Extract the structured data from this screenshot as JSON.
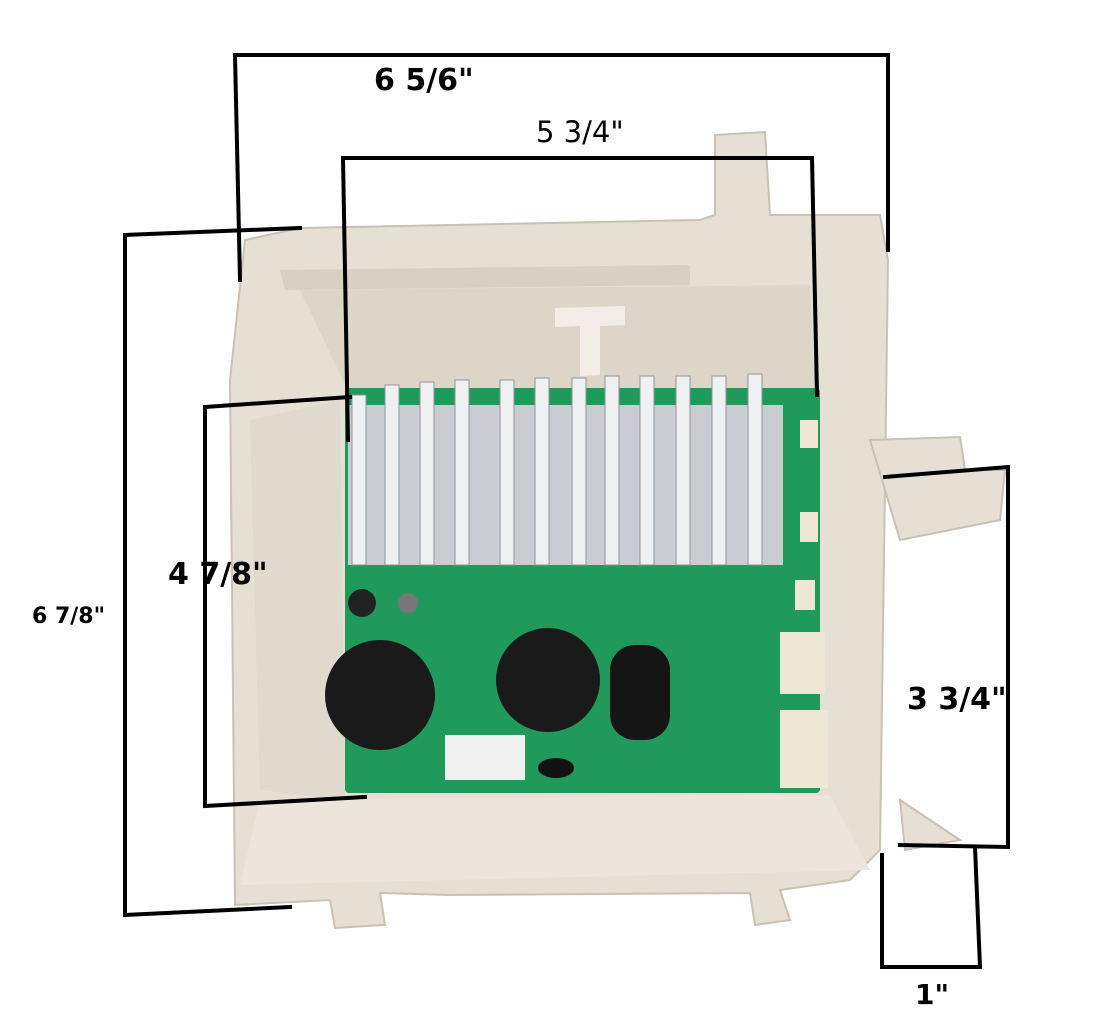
{
  "product": {
    "board_color": "#1f9a5a",
    "housing_color": "#e8e2d8"
  },
  "dimensions": {
    "overall_width": "6 5/6\"",
    "board_width": "5 3/4\"",
    "overall_height": "6 7/8\"",
    "board_height": "4 7/8\"",
    "side_tab_height": "3 3/4\"",
    "side_tab_depth": "1\""
  }
}
